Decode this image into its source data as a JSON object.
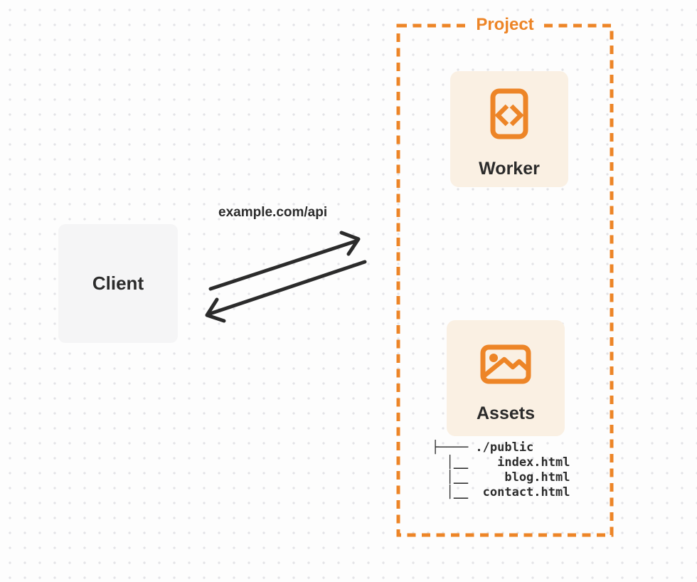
{
  "colors": {
    "orange": "#ED8527",
    "cream": "#FAF0E3",
    "dark": "#2B2B2B",
    "client_bg": "#F5F5F6",
    "page_bg": "#FDFDFD",
    "dot": "#E3E3E7"
  },
  "project": {
    "label": "Project"
  },
  "client": {
    "label": "Client"
  },
  "worker": {
    "label": "Worker",
    "icon": "code-file-icon"
  },
  "assets": {
    "label": "Assets",
    "icon": "image-icon"
  },
  "request": {
    "label": "example.com/api"
  },
  "file_tree": {
    "root": "./public",
    "files": [
      "index.html",
      "blog.html",
      "contact.html"
    ],
    "lines": [
      "├──── ./public",
      "  │__    index.html",
      "  │__     blog.html",
      "  │__  contact.html"
    ]
  }
}
